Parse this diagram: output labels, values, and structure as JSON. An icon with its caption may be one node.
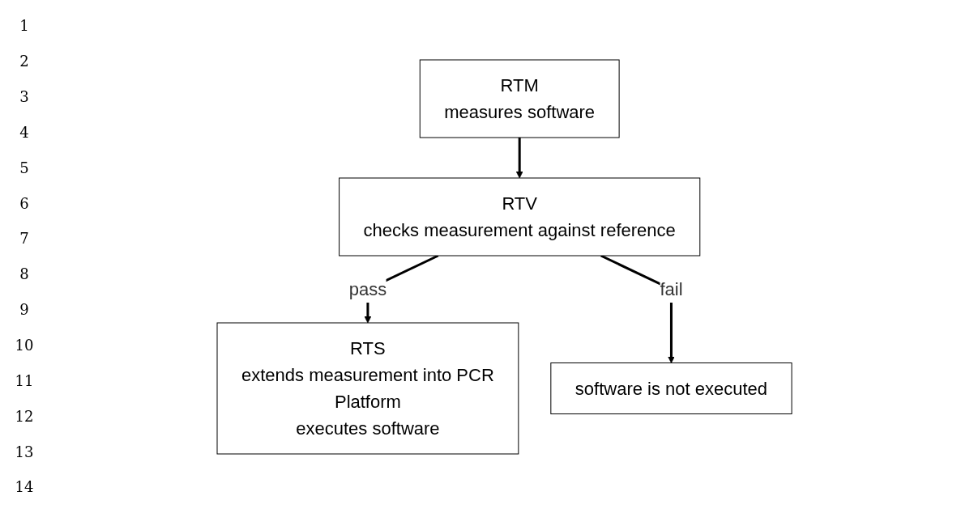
{
  "diagram": {
    "nodes": [
      {
        "text": [
          "RTM",
          "measures software"
        ]
      },
      {
        "text": [
          "RTV",
          "checks measurement against reference"
        ]
      },
      {
        "text": [
          "RTS",
          "extends measurement into PCR",
          "Platform",
          "executes software"
        ]
      },
      {
        "text": [
          "software is not executed"
        ]
      }
    ],
    "edges": [
      {
        "from": 0,
        "to": 1,
        "arrow": "to"
      },
      {
        "from": 1,
        "to": 2,
        "arrow": "to",
        "label": "pass"
      },
      {
        "from": 1,
        "to": 3,
        "arrow": "to",
        "label": "fail"
      }
    ],
    "labels": [
      "1",
      "2",
      "3",
      "4",
      "5",
      "6",
      "7",
      "8",
      "9",
      "10",
      "11",
      "12",
      "13",
      "14"
    ]
  }
}
